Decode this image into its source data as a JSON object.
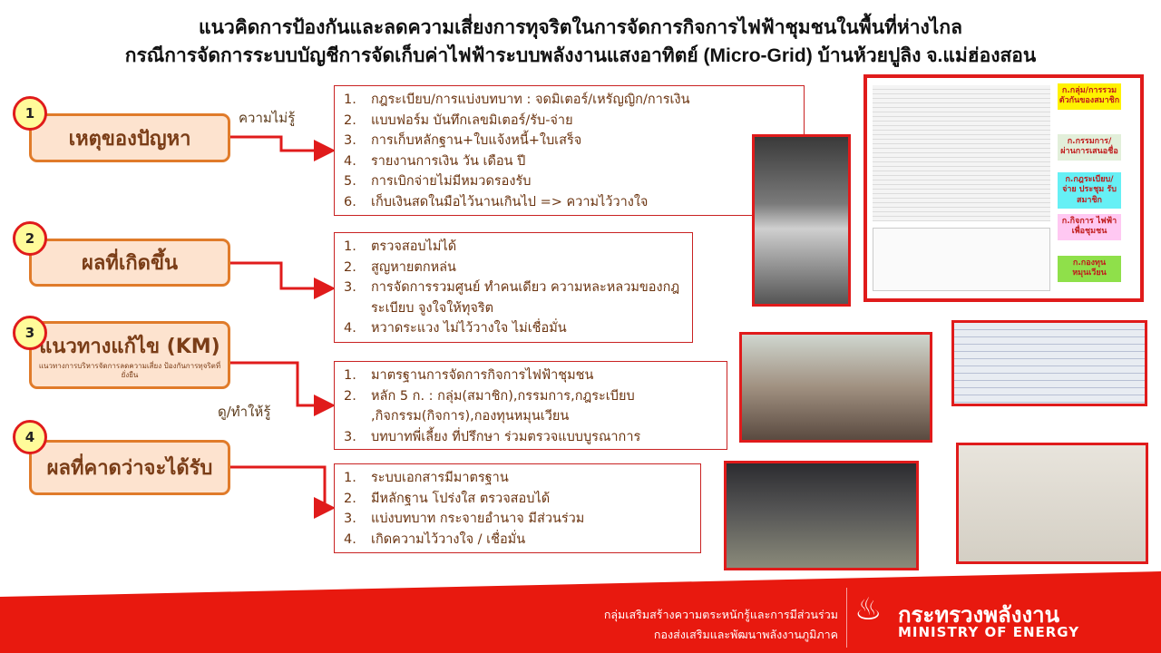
{
  "title": {
    "line1": "แนวคิดการป้องกันและลดความเสี่ยงการทุจริตในการจัดการกิจการไฟฟ้าชุมชนในพื้นที่ห่างไกล",
    "line2": "กรณีการจัดการระบบบัญชีการจัดเก็บค่าไฟฟ้าระบบพลังงานแสงอาทิตย์ (Micro-Grid) บ้านห้วยปูลิง จ.แม่ฮ่องสอน"
  },
  "steps": [
    {
      "num": "1",
      "label": "เหตุของปัญหา"
    },
    {
      "num": "2",
      "label": "ผลที่เกิดขึ้น"
    },
    {
      "num": "3",
      "label": "แนวทางแก้ไข (KM)",
      "sub": "แนวทางการบริหารจัดการลดความเสี่ยง ป้องกันการทุจริตที่ยั่งยืน"
    },
    {
      "num": "4",
      "label": "ผลที่คาดว่าจะได้รับ"
    }
  ],
  "connector_labels": {
    "c1": "ความไม่รู้",
    "c3": "ดู/ทำให้รู้"
  },
  "lists": {
    "causes": [
      {
        "n": "1.",
        "t": "กฎระเบียบ/การแบ่งบทบาท : จดมิเตอร์/เหรัญญิก/การเงิน"
      },
      {
        "n": "2.",
        "t": "แบบฟอร์ม บันทึกเลขมิเตอร์/รับ-จ่าย"
      },
      {
        "n": "3.",
        "t": "การเก็บหลักฐาน+ใบแจ้งหนี้+ใบเสร็จ"
      },
      {
        "n": "4.",
        "t": "รายงานการเงิน วัน เดือน ปี"
      },
      {
        "n": "5.",
        "t": "การเบิกจ่ายไม่มีหมวดรองรับ"
      },
      {
        "n": "6.",
        "t": "เก็บเงินสดในมือไว้นานเกินไป => ความไว้วางใจ"
      }
    ],
    "effects": [
      {
        "n": "1.",
        "t": "ตรวจสอบไม่ได้"
      },
      {
        "n": "2.",
        "t": "สูญหายตกหล่น"
      },
      {
        "n": "3.",
        "t": "การจัดการรวมศูนย์ ทำคนเดียว ความหละหลวมของกฎระเบียบ จูงใจให้ทุจริต"
      },
      {
        "n": "4.",
        "t": "หวาดระแวง ไม่ไว้วางใจ ไม่เชื่อมั่น"
      }
    ],
    "solutions": [
      {
        "n": "1.",
        "t": "มาตรฐานการจัดการกิจการไฟฟ้าชุมชน"
      },
      {
        "n": "2.",
        "t": "หลัก 5 ก. : กลุ่ม(สมาชิก),กรรมการ,กฎระเบียบ ,กิจกรรม(กิจการ),กองทุนหมุนเวียน"
      },
      {
        "n": "3.",
        "t": "บทบาทพี่เลี้ยง ที่ปรึกษา ร่วมตรวจแบบบูรณาการ"
      }
    ],
    "expected": [
      {
        "n": "1.",
        "t": "ระบบเอกสารมีมาตรฐาน"
      },
      {
        "n": "2.",
        "t": "มีหลักฐาน โปร่งใส ตรวจสอบได้"
      },
      {
        "n": "3.",
        "t": "แบ่งบทบาท กระจายอำนาจ มีส่วนร่วม"
      },
      {
        "n": "4.",
        "t": "เกิดความไว้วางใจ / เชื่อมั่น"
      }
    ]
  },
  "diagram_tags": [
    {
      "t": "ก.กลุ่ม/การรวมตัวกันของสมาชิก",
      "bg": "#fff200"
    },
    {
      "t": "ก.กรรมการ/ ผ่านการเสนอชื่อ",
      "bg": "#e2efda"
    },
    {
      "t": "ก.กฎระเบียบ/ จ่าย ประชุม รับ สมาชิก",
      "bg": "#66f0f5"
    },
    {
      "t": "ก.กิจการ ไฟฟ้า เพื่อชุมชน",
      "bg": "#ffc8f2"
    },
    {
      "t": "ก.กองทุน หมุนเวียน",
      "bg": "#8fe04a"
    }
  ],
  "footer": {
    "line1": "กลุ่มเสริมสร้างความตระหนักรู้และการมีส่วนร่วม",
    "line2": "กองส่งเสริมและพัฒนาพลังงานภูมิภาค",
    "ministry_th": "กระทรวงพลังงาน",
    "ministry_en": "MINISTRY OF ENERGY"
  },
  "colors": {
    "accent": "#e01b1b",
    "step_border": "#e07b2a",
    "step_fill": "#fde3cf"
  }
}
